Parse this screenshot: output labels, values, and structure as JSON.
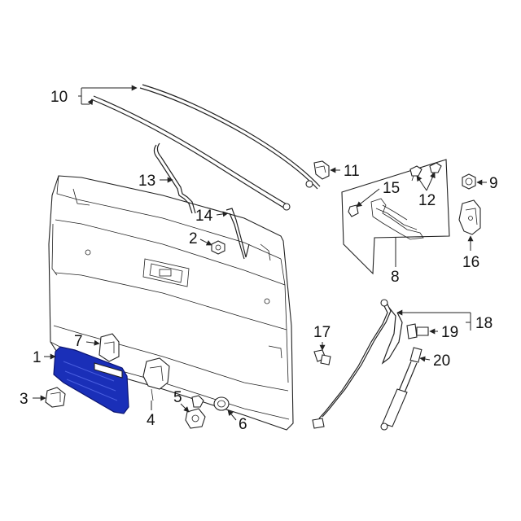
{
  "diagram": {
    "colors": {
      "line": "#222222",
      "highlight": "#1a2fb8",
      "background": "#ffffff"
    },
    "callouts": [
      {
        "id": "1",
        "text": "1"
      },
      {
        "id": "2",
        "text": "2"
      },
      {
        "id": "3",
        "text": "3"
      },
      {
        "id": "4",
        "text": "4"
      },
      {
        "id": "5",
        "text": "5"
      },
      {
        "id": "6",
        "text": "6"
      },
      {
        "id": "7",
        "text": "7"
      },
      {
        "id": "8",
        "text": "8"
      },
      {
        "id": "9",
        "text": "9"
      },
      {
        "id": "10",
        "text": "10"
      },
      {
        "id": "11",
        "text": "11"
      },
      {
        "id": "12",
        "text": "12"
      },
      {
        "id": "13",
        "text": "13"
      },
      {
        "id": "14",
        "text": "14"
      },
      {
        "id": "15",
        "text": "15"
      },
      {
        "id": "16",
        "text": "16"
      },
      {
        "id": "17",
        "text": "17"
      },
      {
        "id": "18",
        "text": "18"
      },
      {
        "id": "19",
        "text": "19"
      },
      {
        "id": "20",
        "text": "20"
      }
    ],
    "highlighted_part": "1"
  }
}
